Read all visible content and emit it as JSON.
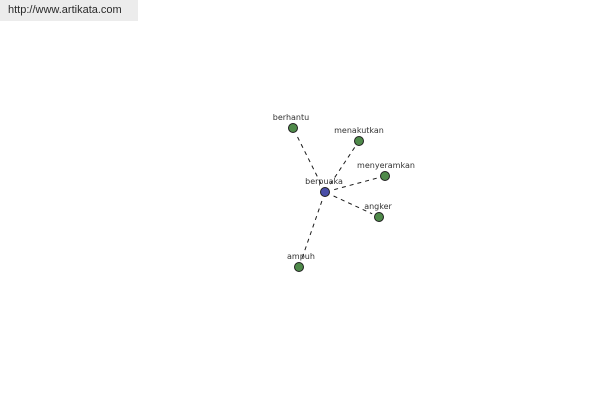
{
  "source": {
    "url_text": "http://www.artikata.com"
  },
  "graph": {
    "center": {
      "label": "berpuaka",
      "color": "#4a4fa8"
    },
    "neighbor_color": "#4f8a4a",
    "neighbors": [
      {
        "label": "berhantu"
      },
      {
        "label": "menakutkan"
      },
      {
        "label": "menyeramkan"
      },
      {
        "label": "angker"
      },
      {
        "label": "ampuh"
      }
    ]
  }
}
